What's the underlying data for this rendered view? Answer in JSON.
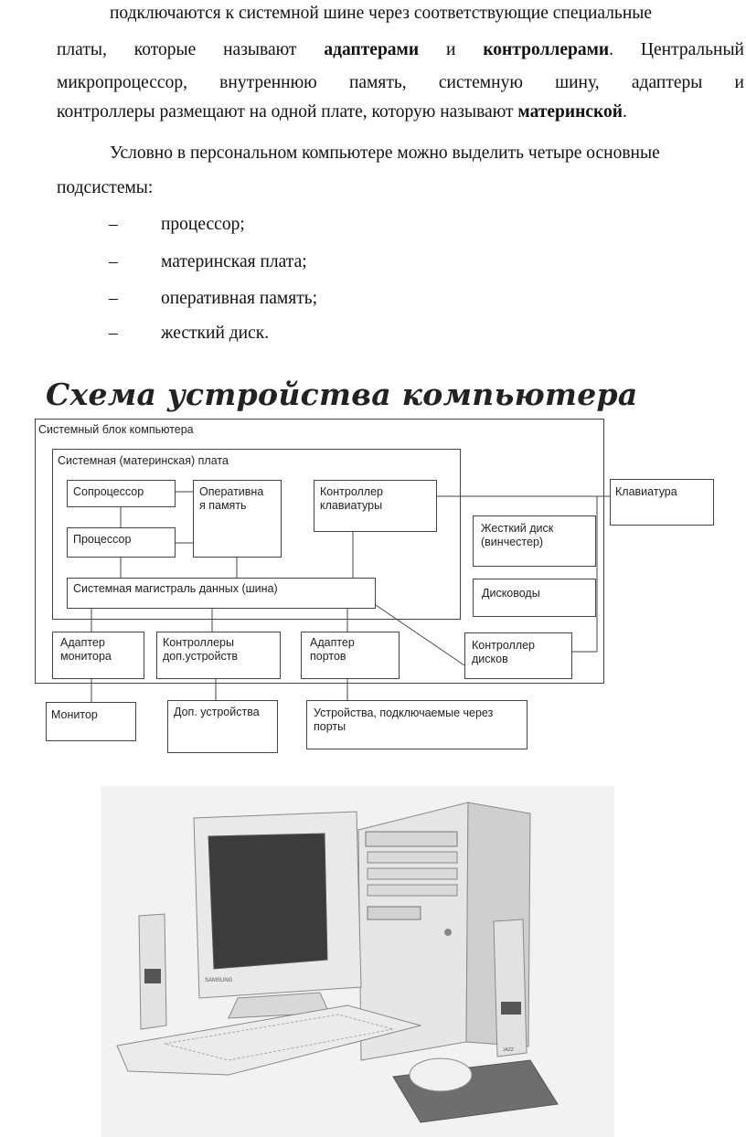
{
  "text": {
    "p1_line1": "подключаются к системной шине через соответствующие специальные",
    "p1_line2a": "платы, которые называют ",
    "p1_bold1": "адаптерами",
    "p1_and": " и ",
    "p1_bold2": "контроллерами",
    "p1_line2b": ". Центральный",
    "p1_line3": "микропроцессор, внутреннюю память, системную шину, адаптеры и",
    "p1_line4a": "контроллеры размещают на одной плате, которую называют ",
    "p1_bold3": "материнской",
    "p1_line4b": ".",
    "p2_line1": "Условно в персональном компьютере можно выделить четыре основные",
    "p2_line2": "подсистемы:",
    "dash": "–",
    "list": [
      "процессор;",
      "материнская плата;",
      "оперативная память;",
      "жесткий диск."
    ]
  },
  "diagram": {
    "title": "Схема устройства компьютера",
    "system_unit": "Системный блок компьютера",
    "motherboard": "Системная (материнская) плата",
    "coprocessor": "Сопроцессор",
    "ram": "Оперативна\nя память",
    "processor": "Процессор",
    "keyboard_controller": "Контроллер\nклавиатуры",
    "keyboard": "Клавиатура",
    "hard_disk": "Жесткий диск\n(винчестер)",
    "drives": "Дисководы",
    "bus": "Системная магистраль данных (шина)",
    "monitor_adapter": "Адаптер\nмонитора",
    "ext_controllers": "Контроллеры\nдоп.устройств",
    "port_adapter": "Адаптер\nпортов",
    "disk_controller": "Контроллер\nдисков",
    "monitor": "Монитор",
    "ext_devices": "Доп. устройства",
    "port_devices": "Устройства, подключаемые через\nпорты"
  },
  "photo": {
    "monitor_brand": "SAMSUNG",
    "speaker_brand": "JAZZ"
  }
}
